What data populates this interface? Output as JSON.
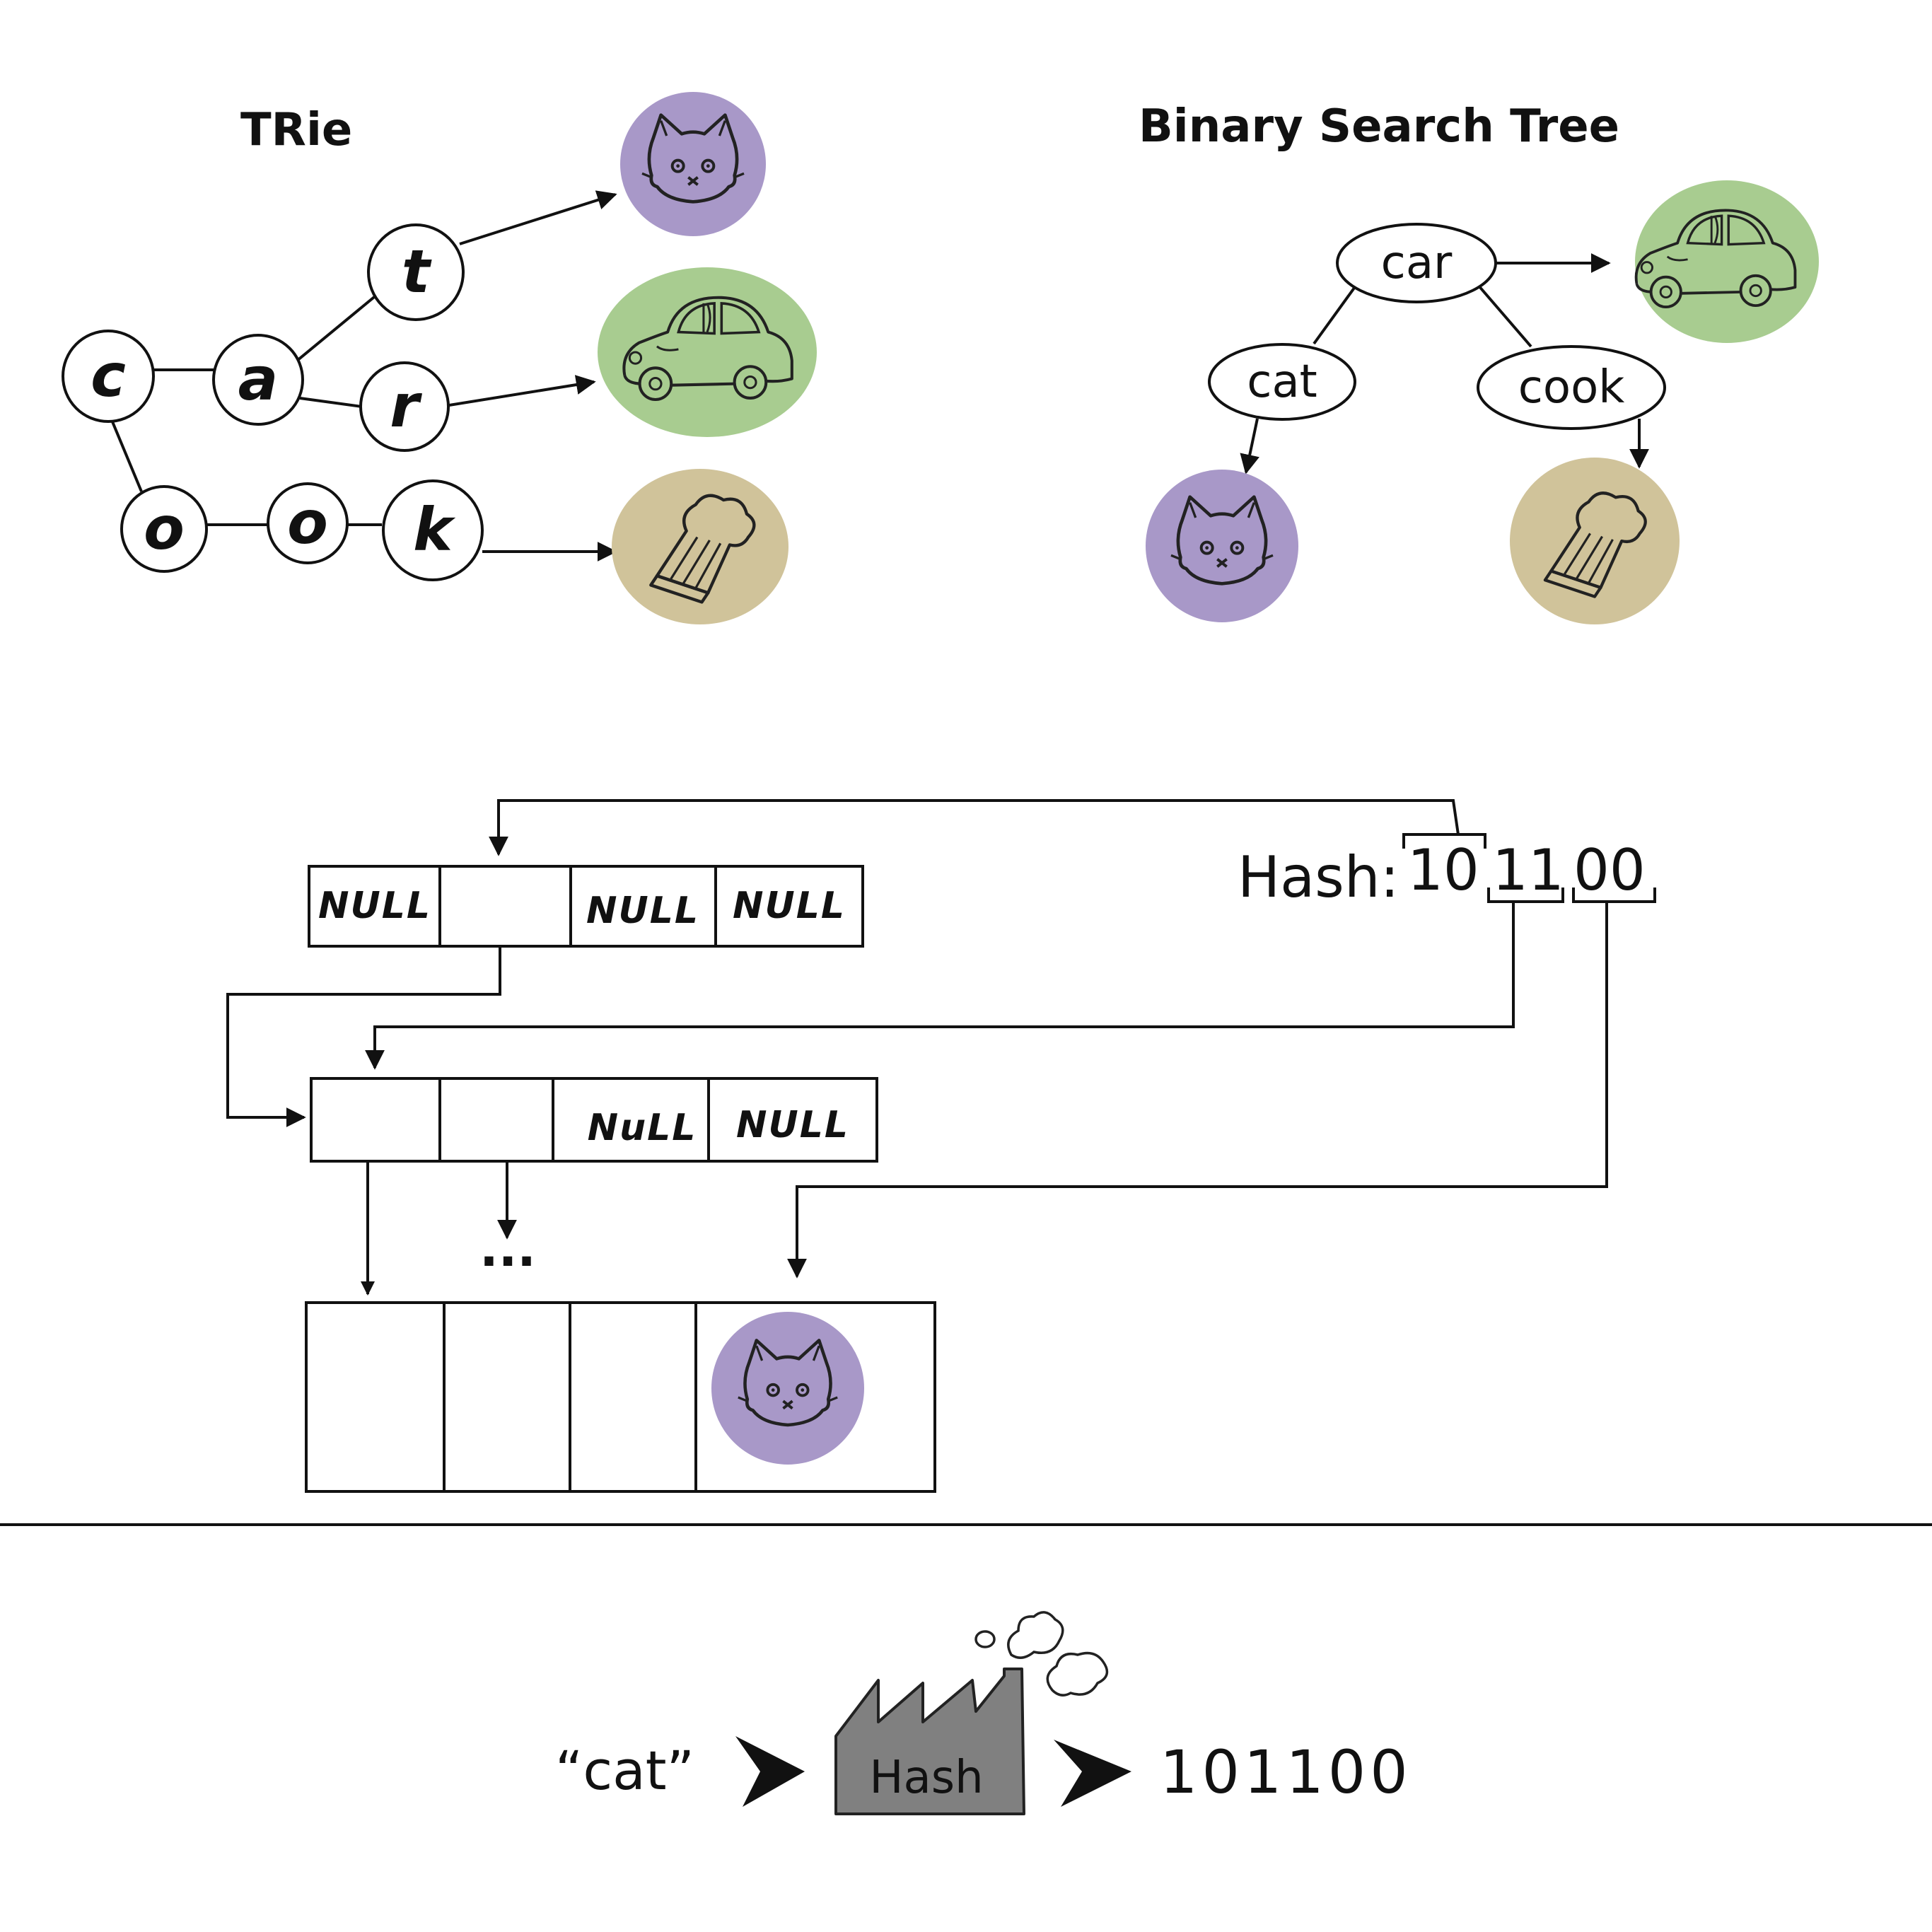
{
  "colors": {
    "cat_bg": "#a898c8",
    "car_bg": "#a8cc90",
    "cook_bg": "#d0c39a",
    "factory": "#808080",
    "ink": "#111111"
  },
  "icons": {
    "cat": "cat-face-icon",
    "car": "car-icon",
    "cook": "chef-hat-icon",
    "factory": "factory-icon",
    "smoke": "smoke-cloud-icon"
  },
  "trie": {
    "title": "TRie",
    "nodes": {
      "c": "c",
      "a": "a",
      "t": "t",
      "r": "r",
      "o1": "o",
      "o2": "o",
      "k": "k"
    }
  },
  "bst": {
    "title": "Binary Search Tree",
    "root": "car",
    "left": "cat",
    "right": "cook"
  },
  "hamt": {
    "hash_label": "Hash:",
    "hash_groups": [
      "10",
      "11",
      "00"
    ],
    "level1": [
      "NULL",
      "",
      "NULL",
      "NULL"
    ],
    "level2": [
      "",
      "",
      "NuLL",
      "NULL"
    ],
    "ellipsis": "..."
  },
  "hash_flow": {
    "input": "“cat”",
    "box_label": "Hash",
    "output": "101100"
  }
}
